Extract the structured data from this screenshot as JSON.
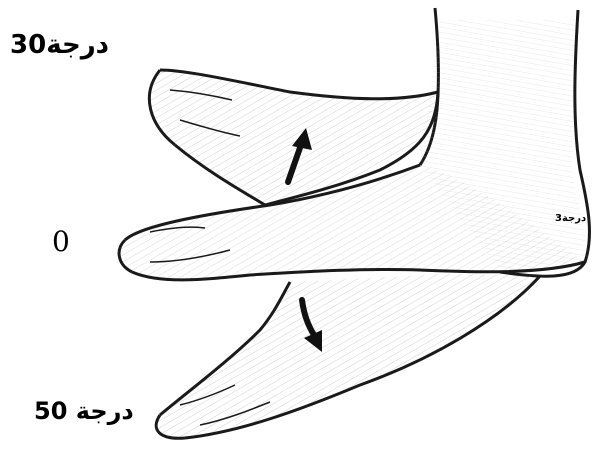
{
  "labels": {
    "top": "30درجة",
    "neutral": "0",
    "bottom": "50 درجة",
    "side": "3درجة"
  },
  "colors": {
    "ink": "#1a1a1a",
    "hatch": "#9a9a9a",
    "background": "#ffffff"
  },
  "figure": {
    "subject": "foot",
    "arrows": [
      "arrow-up-icon",
      "arrow-down-icon"
    ]
  }
}
